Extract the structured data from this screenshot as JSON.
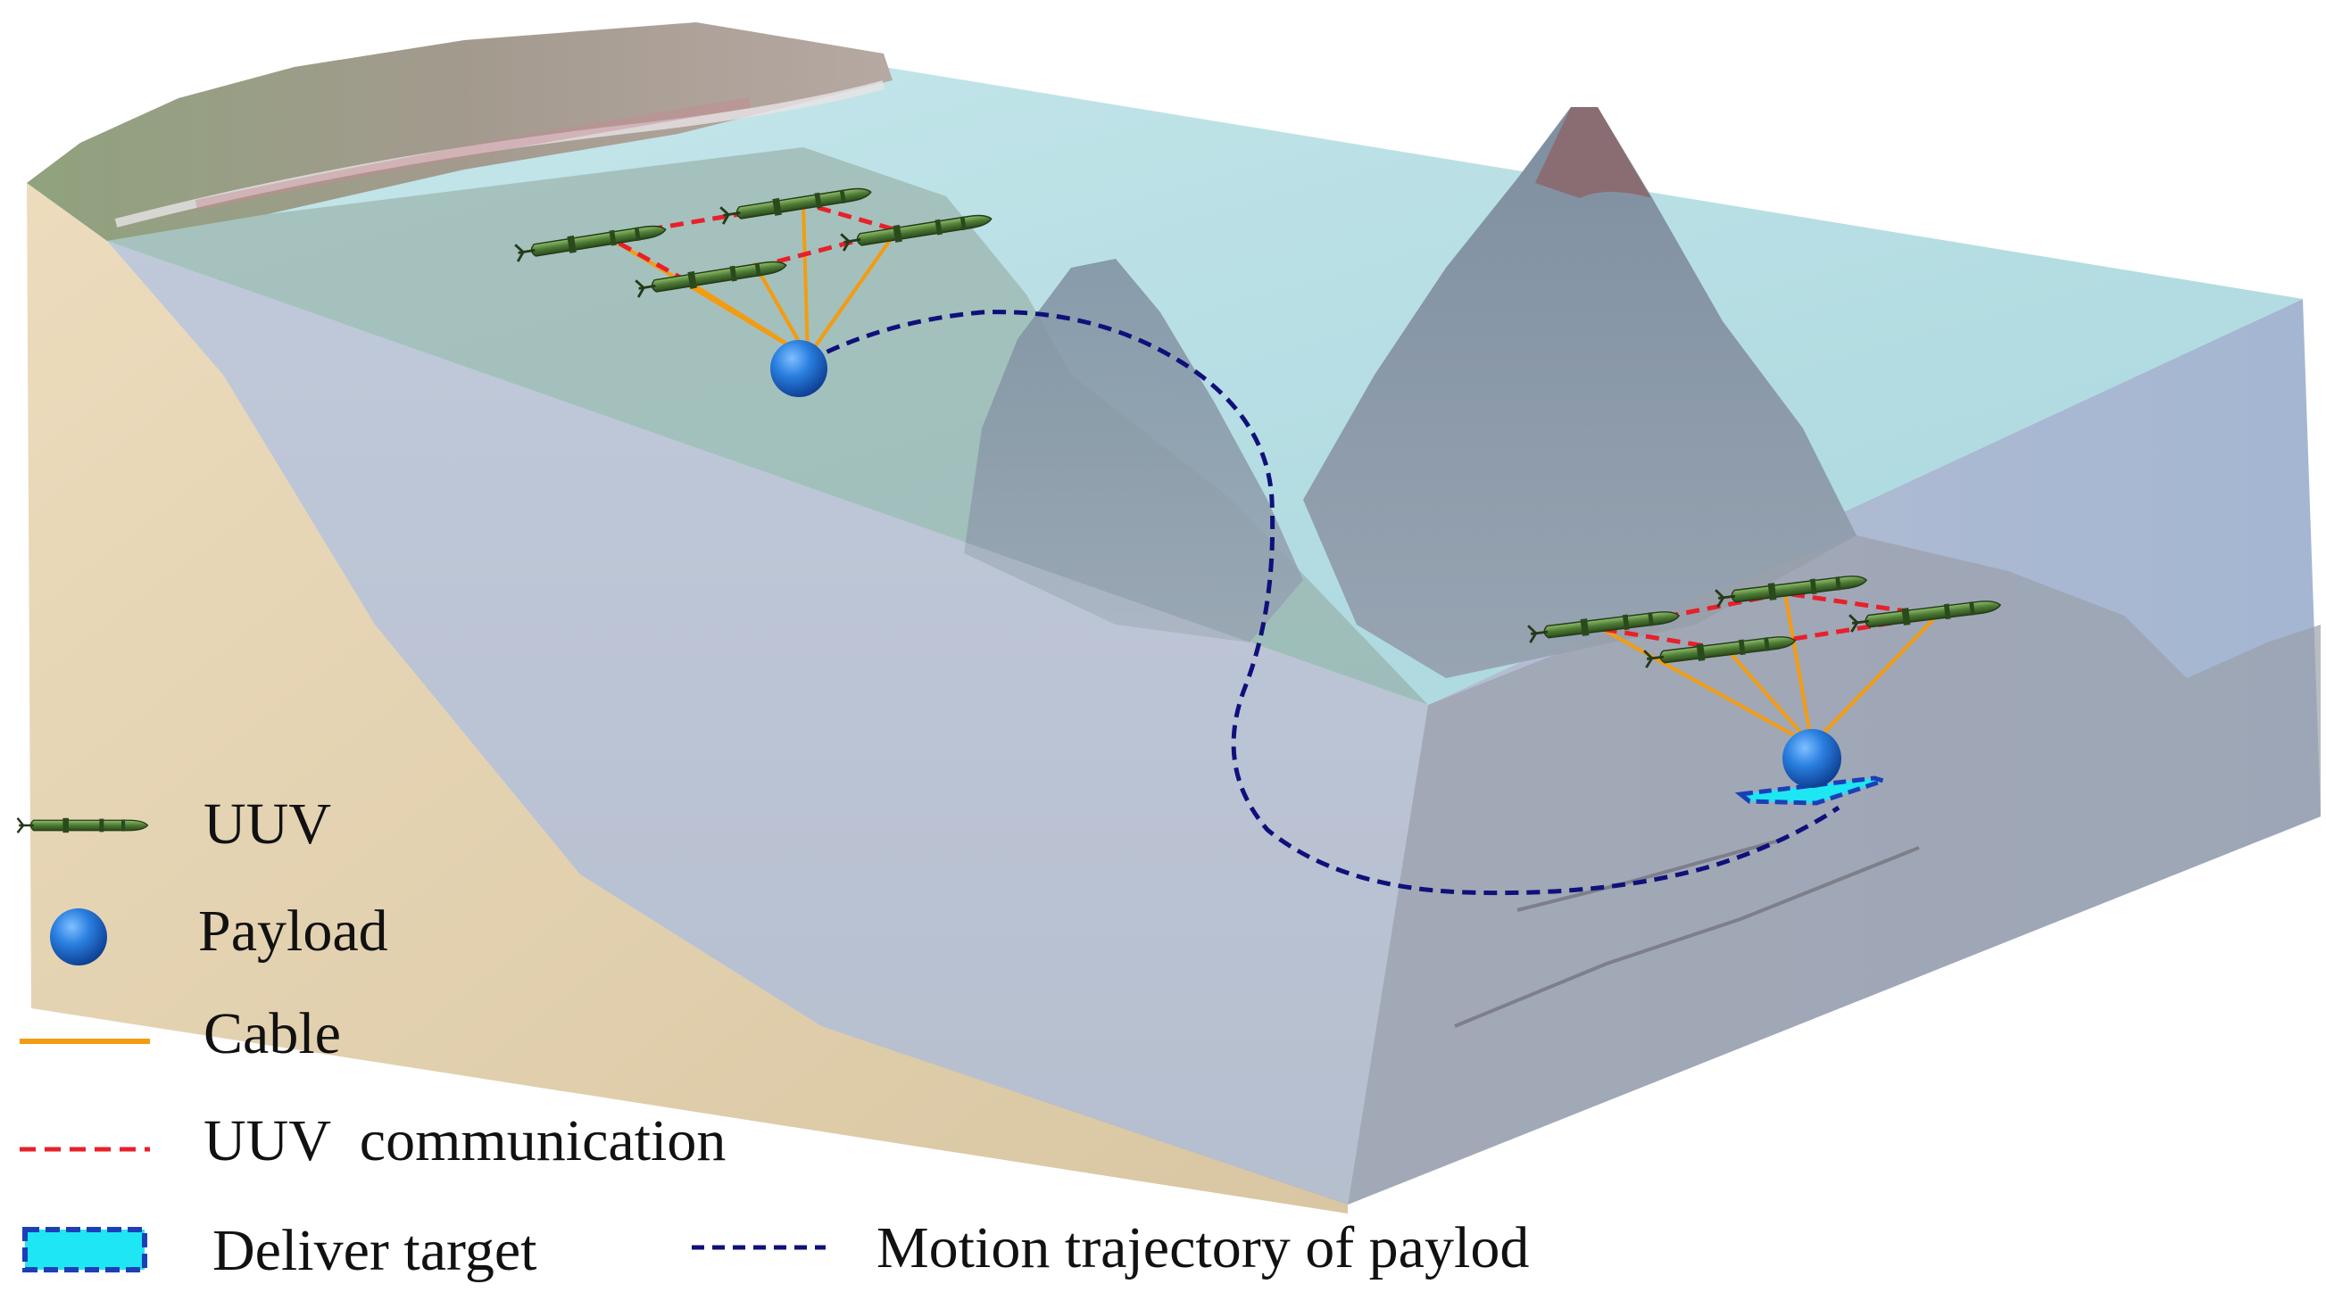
{
  "legend": {
    "uuv": "UUV",
    "payload": "Payload",
    "cable": "Cable",
    "uuv_communication": "UUV  communication",
    "deliver_target": "Deliver target",
    "motion_trajectory": "Motion trajectory of paylod"
  },
  "colors": {
    "cable": "#f39c12",
    "communication": "#e8202a",
    "trajectory": "#10107a",
    "target_fill": "#1ee6f2",
    "target_edge": "#1a3fb8",
    "payload": "#1f6fd6",
    "uuv_body": "#4d7a35",
    "water_top": "#a9dbe0",
    "water_side": "#a4b1c8",
    "sand": "#e3d2b0"
  },
  "icons": {
    "uuv": "torpedo-uuv-icon",
    "payload": "sphere-icon"
  }
}
